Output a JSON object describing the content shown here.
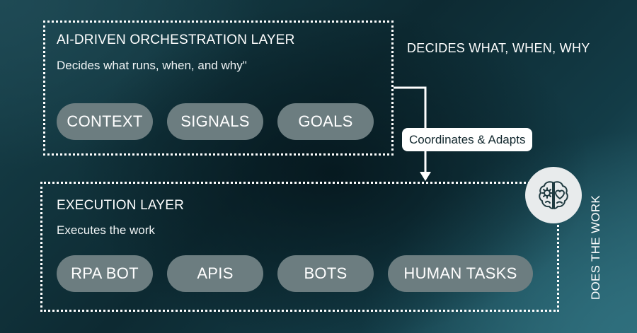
{
  "orchestration": {
    "title": "AI-DRIVEN ORCHESTRATION LAYER",
    "subtitle": "Decides what runs, when, and why\"",
    "pills": [
      "CONTEXT",
      "SIGNALS",
      "GOALS"
    ]
  },
  "execution": {
    "title": "EXECUTION LAYER",
    "subtitle": "Executes the work",
    "pills": [
      "RPA BOT",
      "APIS",
      "BOTS",
      "HUMAN TASKS"
    ]
  },
  "side_labels": {
    "decides": "DECIDES WHAT, WHEN, WHY",
    "does": "DOES THE WORK"
  },
  "connector": {
    "label": "Coordinates & Adapts"
  },
  "icons": {
    "brain": "brain-gear-heart-icon",
    "arrow": "arrow-down-icon"
  },
  "colors": {
    "pill": "#6c7d80",
    "badge": "#ffffff",
    "icon_circle": "#e8ebec"
  }
}
